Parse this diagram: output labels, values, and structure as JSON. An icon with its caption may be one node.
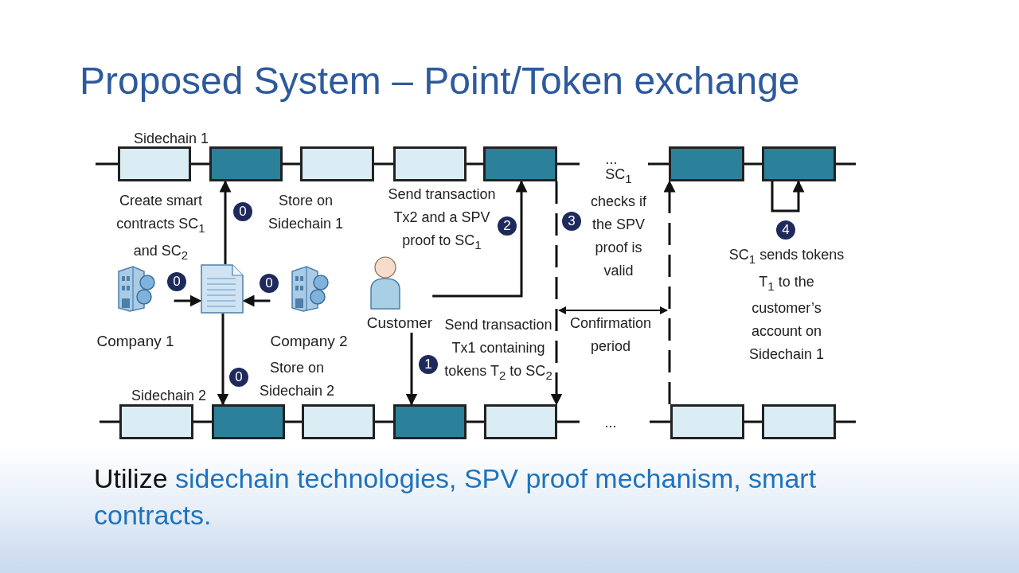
{
  "diagram": {
    "title": "Proposed System – Point/Token exchange",
    "caption": "Utilize sidechain technologies, SPV proof mechanism, smart contracts.",
    "nodes": [
      {
        "text": [],
        "shape": "box"
      },
      {
        "text": [],
        "shape": "box"
      },
      {
        "text": [],
        "shape": "box"
      },
      {
        "text": [],
        "shape": "box"
      },
      {
        "text": [],
        "shape": "box"
      },
      {
        "text": [],
        "shape": "box"
      },
      {
        "text": [],
        "shape": "box"
      },
      {
        "text": [
          "Company 1"
        ]
      },
      {
        "text": [],
        "shape": "document"
      },
      {
        "text": [
          "Company 2"
        ]
      },
      {
        "text": [
          "Customer"
        ]
      },
      {
        "text": [],
        "shape": "box"
      },
      {
        "text": [],
        "shape": "box"
      },
      {
        "text": [],
        "shape": "box"
      },
      {
        "text": [],
        "shape": "box"
      },
      {
        "text": [],
        "shape": "box"
      },
      {
        "text": [],
        "shape": "box"
      },
      {
        "text": [],
        "shape": "box"
      }
    ],
    "edges": [
      {
        "from": 0,
        "to": 1,
        "arrow": "none"
      },
      {
        "from": 1,
        "to": 2,
        "arrow": "none"
      },
      {
        "from": 2,
        "to": 3,
        "arrow": "none"
      },
      {
        "from": 3,
        "to": 4,
        "arrow": "none"
      },
      {
        "from": 5,
        "to": 6,
        "arrow": "none"
      },
      {
        "from": 11,
        "to": 12,
        "arrow": "none"
      },
      {
        "from": 12,
        "to": 13,
        "arrow": "none"
      },
      {
        "from": 13,
        "to": 14,
        "arrow": "none"
      },
      {
        "from": 14,
        "to": 15,
        "arrow": "none"
      },
      {
        "from": 16,
        "to": 17,
        "arrow": "none"
      },
      {
        "from": 7,
        "to": 8,
        "arrow": "to",
        "style": "dashed",
        "label": "0"
      },
      {
        "from": 9,
        "to": 8,
        "arrow": "to",
        "style": "dashed",
        "label": "0"
      },
      {
        "from": 8,
        "to": 1,
        "arrow": "to",
        "label": "0"
      },
      {
        "from": 8,
        "to": 12,
        "arrow": "to",
        "label": "0"
      },
      {
        "from": 10,
        "to": 14,
        "arrow": "to",
        "label": "1"
      },
      {
        "from": 10,
        "to": 4,
        "arrow": "to",
        "label": "2"
      },
      {
        "from": 4,
        "to": 15,
        "arrow": "to",
        "style": "dashed",
        "label": "3"
      },
      {
        "from": 16,
        "to": 5,
        "arrow": "to",
        "style": "dashed"
      },
      {
        "from": 6,
        "to": 6,
        "arrow": "to",
        "label": "4"
      }
    ],
    "labels": [
      "Sidechain 1",
      "Create smart contracts SC$_{1}$ and SC$_{2}$",
      "Store on Sidechain 1",
      "Send transaction Tx2 and a SPV proof to SC$_{1}$",
      "...",
      "SC$_{1}$ checks if the SPV proof is valid",
      "Confirmation period",
      "SC$_{1}$ sends tokens T$_{1}$ to the customer’s account on Sidechain 1",
      "Send transaction Tx1 containing tokens T$_{2}$ to SC$_{2}$",
      "Sidechain 2",
      "Store on Sidechain 2",
      "..."
    ]
  }
}
